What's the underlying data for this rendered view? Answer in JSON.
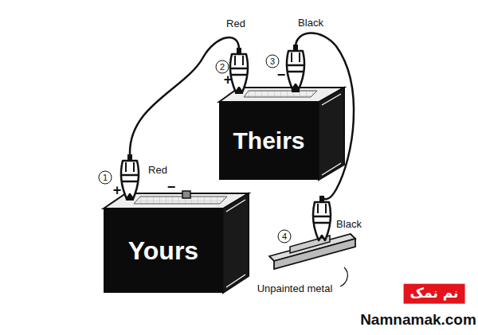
{
  "diagram": {
    "nodes": [
      {
        "text": [
          "Theirs"
        ]
      },
      {
        "text": [
          "Yours"
        ]
      }
    ],
    "edges": [
      {
        "from": 1,
        "to": 0,
        "arrow": "none"
      }
    ],
    "labels": [
      "Red",
      "Black",
      "2",
      "+",
      "3",
      "−",
      "1",
      "Red",
      "+",
      "−",
      "Black",
      "4",
      "Unpainted metal",
      "نم نمک",
      "Namnamak.com"
    ]
  }
}
